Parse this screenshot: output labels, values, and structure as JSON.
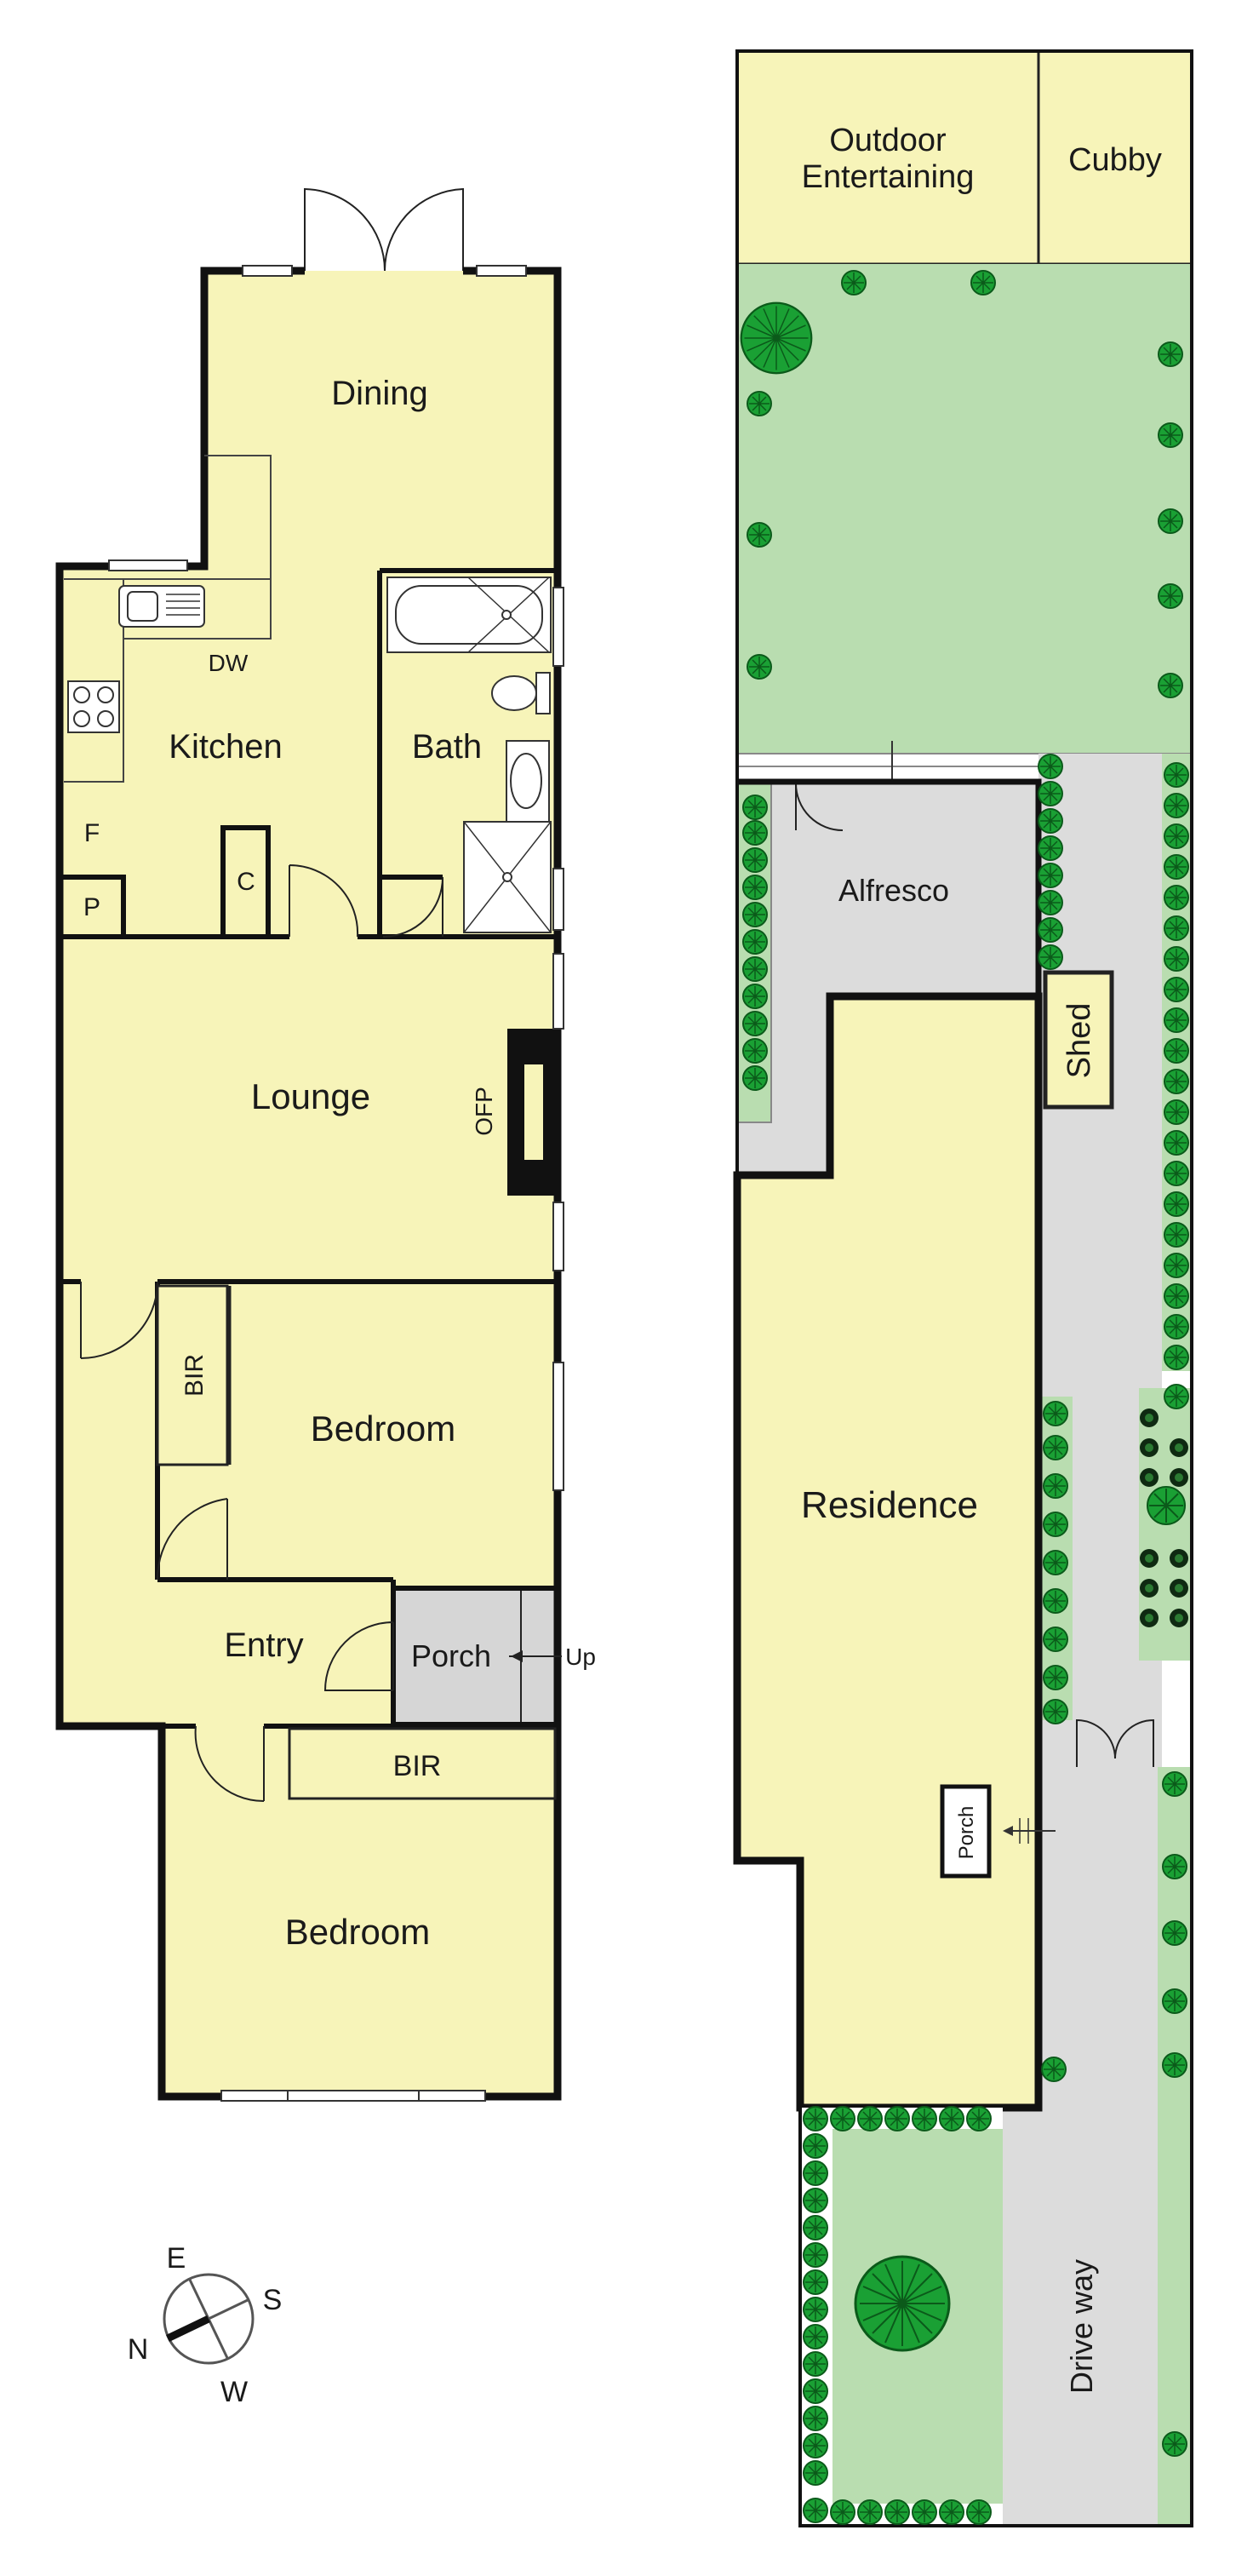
{
  "floorplan": {
    "rooms": {
      "dining": "Dining",
      "kitchen": "Kitchen",
      "bath": "Bath",
      "lounge": "Lounge",
      "bedroom_middle": "Bedroom",
      "bedroom_front": "Bedroom",
      "entry": "Entry",
      "porch": "Porch",
      "bir_middle": "BIR",
      "bir_front": "BIR",
      "dw": "DW",
      "fridge": "F",
      "pantry": "P",
      "cupboard": "C",
      "ofp": "OFP",
      "up": "Up"
    }
  },
  "siteplan": {
    "areas": {
      "outdoor_entertaining_line1": "Outdoor",
      "outdoor_entertaining_line2": "Entertaining",
      "cubby": "Cubby",
      "alfresco": "Alfresco",
      "shed": "Shed",
      "residence": "Residence",
      "porch": "Porch",
      "driveway": "Drive way"
    }
  },
  "compass": {
    "n": "N",
    "e": "E",
    "s": "S",
    "w": "W"
  },
  "colors": {
    "room_fill": "#f7f4b9",
    "lawn": "#b9ddb0",
    "paving": "#dcdcdc",
    "tree": "#1aa034"
  }
}
